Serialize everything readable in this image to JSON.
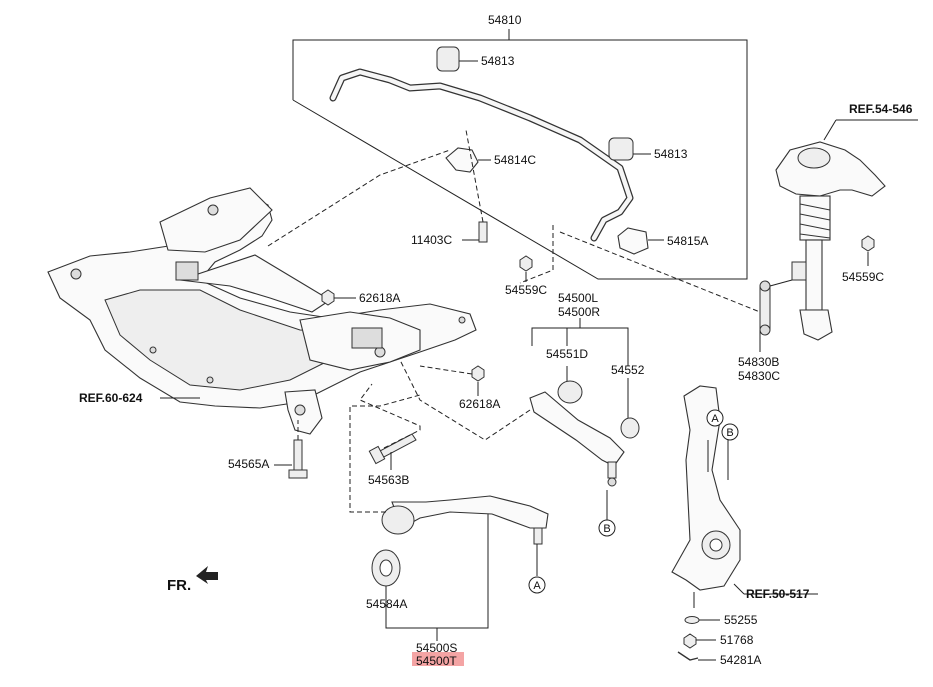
{
  "colors": {
    "highlight": "#f4a4a4",
    "line": "#222222"
  },
  "labels": {
    "p54810": "54810",
    "p54813a": "54813",
    "p54813b": "54813",
    "p54814C": "54814C",
    "p54815A": "54815A",
    "p11403C": "11403C",
    "p54559C_a": "54559C",
    "p54559C_b": "54559C",
    "ref54": "REF.54-546",
    "p62618A_a": "62618A",
    "p62618A_b": "62618A",
    "p54500L": "54500L",
    "p54500R": "54500R",
    "p54551D": "54551D",
    "p54552": "54552",
    "p54830B": "54830B",
    "p54830C": "54830C",
    "ref60": "REF.60-624",
    "p54565A": "54565A",
    "p54563B": "54563B",
    "p54584A": "54584A",
    "p54500S": "54500S",
    "p54500T": "54500T",
    "ref50": "REF.50-517",
    "p55255": "55255",
    "p51768": "51768",
    "p54281A": "54281A",
    "fr": "FR.",
    "circleA1": "A",
    "circleA2": "A",
    "circleB1": "B",
    "circleB2": "B"
  }
}
